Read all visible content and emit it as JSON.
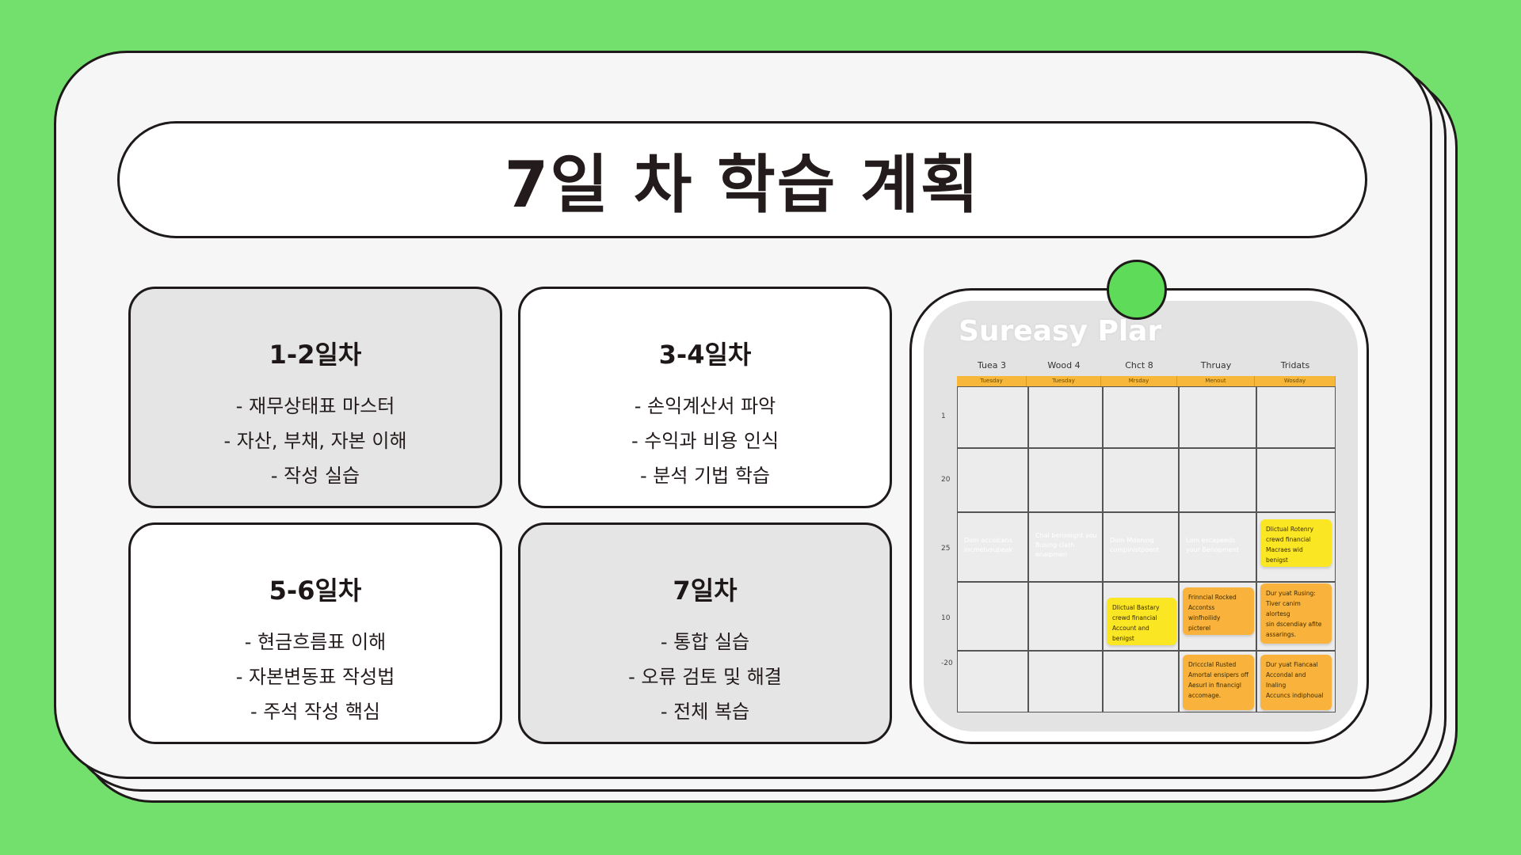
{
  "title": "7일 차 학습 계획",
  "cards": [
    {
      "heading": "1-2일차",
      "items": [
        "- 재무상태표 마스터",
        "- 자산, 부채, 자본 이해",
        "- 작성 실습"
      ]
    },
    {
      "heading": "3-4일차",
      "items": [
        "- 손익계산서 파악",
        "- 수익과 비용 인식",
        "- 분석 기법 학습"
      ]
    },
    {
      "heading": "5-6일차",
      "items": [
        "- 현금흐름표 이해",
        "- 자본변동표 작성법",
        "- 주석 작성 핵심"
      ]
    },
    {
      "heading": "7일차",
      "items": [
        "- 통합 실습",
        "- 오류 검토 및 해결",
        "- 전체 복습"
      ]
    }
  ],
  "planner": {
    "title": "Sureasy Plar",
    "days": [
      {
        "name": "Tuea 3",
        "sub": "Tuesday"
      },
      {
        "name": "Wood 4",
        "sub": "Tuesday"
      },
      {
        "name": "Chct 8",
        "sub": "Mrsday"
      },
      {
        "name": "Thruay",
        "sub": "Menout"
      },
      {
        "name": "Tridats",
        "sub": "Wosday"
      }
    ],
    "row_labels": [
      "1",
      "20",
      "25",
      "10",
      "-20"
    ],
    "ghost_texts": [
      "Dom accolcans incmetvsupeak",
      "Chal beriseignt you Busing clath enaipmen",
      "Dom Mdaning compinistpoent",
      "Lom escapeeds your Benopment"
    ],
    "notes": [
      {
        "color": "yellow",
        "lines": [
          "Dlictual Rotenry",
          "crewd financial",
          "Macraes wid benigst"
        ]
      },
      {
        "color": "yellow",
        "lines": [
          "Dlictual Bastary",
          "crewd financial",
          "Account and benigst"
        ]
      },
      {
        "color": "orange",
        "lines": [
          "Frinncial Rocked",
          "Accontss winfhoilidy",
          "picterel"
        ]
      },
      {
        "color": "orange",
        "lines": [
          "Dur yuat Rusing:",
          "Tiver canim alortesg",
          "sin dscendiay afite",
          "assarings."
        ]
      },
      {
        "color": "orange",
        "lines": [
          "Driccclal Rusted",
          "Amortal ensipers off",
          "Aesurl in financigl",
          "accomage."
        ]
      },
      {
        "color": "orange",
        "lines": [
          "Dur yuat Fiancaal",
          "Accondal and Inaling",
          "Accuncs indiphoual"
        ]
      }
    ]
  }
}
